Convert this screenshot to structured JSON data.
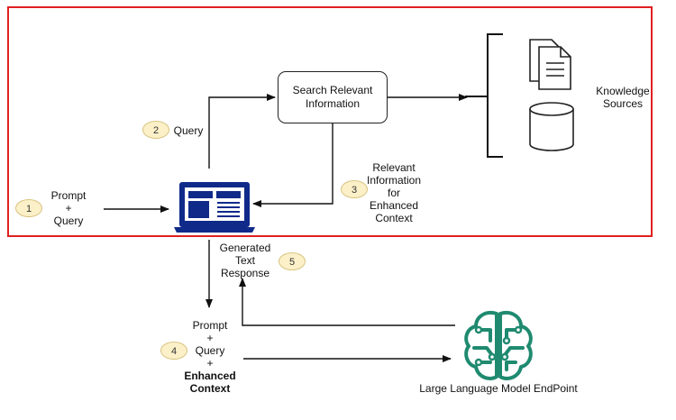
{
  "colors": {
    "frame": "#e02020",
    "laptop": "#102a8a",
    "llm_icon": "#1f8a70",
    "badge_fill": "#fbf0c8",
    "badge_border": "#d8c27e"
  },
  "icons": {
    "laptop": "laptop-icon",
    "documents": "documents-icon",
    "database": "database-icon",
    "brain": "brain-circuit-icon"
  },
  "steps": {
    "s1": {
      "num": "1",
      "lines": [
        "Prompt",
        "+",
        "Query"
      ]
    },
    "s2": {
      "num": "2",
      "text": "Query"
    },
    "s3": {
      "num": "3",
      "lines": [
        "Relevant",
        "Information",
        "for",
        "Enhanced",
        "Context"
      ]
    },
    "s4": {
      "num": "4",
      "lines": [
        "Prompt",
        "+",
        "Query",
        "+"
      ],
      "bold_lines": [
        "Enhanced",
        "Context"
      ]
    },
    "s5": {
      "num": "5",
      "lines": [
        "Generated",
        "Text",
        "Response"
      ]
    }
  },
  "search_box": {
    "lines": [
      "Search Relevant",
      "Information"
    ]
  },
  "knowledge": {
    "lines": [
      "Knowledge",
      "Sources"
    ]
  },
  "llm": {
    "label": "Large Language Model EndPoint"
  }
}
